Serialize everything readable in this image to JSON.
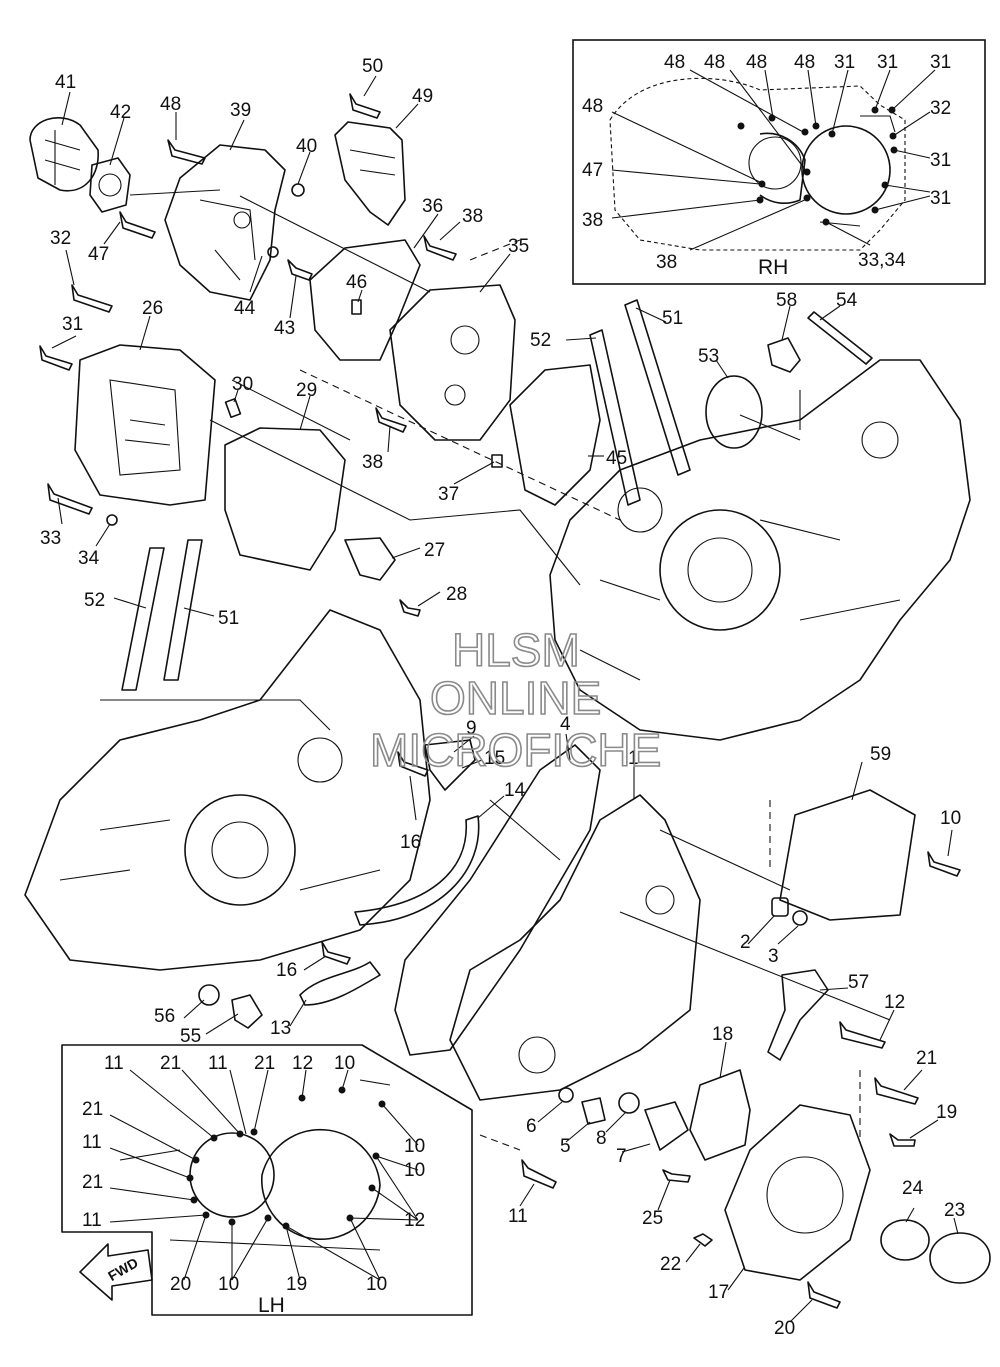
{
  "watermark": {
    "line1": "HLSM",
    "line2": "ONLINE",
    "line3": "MICROFICHE"
  },
  "panel_rh": {
    "title": "RH"
  },
  "panel_lh": {
    "title": "LH"
  },
  "fwd_label": "FWD",
  "callouts": [
    "41",
    "42",
    "48",
    "39",
    "50",
    "49",
    "40",
    "32",
    "47",
    "36",
    "38",
    "35",
    "44",
    "43",
    "46",
    "31",
    "26",
    "30",
    "29",
    "52",
    "51",
    "53",
    "58",
    "54",
    "33",
    "34",
    "38",
    "37",
    "45",
    "27",
    "28",
    "52",
    "51",
    "9",
    "15",
    "4",
    "1",
    "59",
    "10",
    "16",
    "14",
    "2",
    "3",
    "57",
    "12",
    "16",
    "13",
    "56",
    "55",
    "18",
    "21",
    "19",
    "6",
    "5",
    "8",
    "7",
    "11",
    "25",
    "24",
    "23",
    "22",
    "17",
    "20"
  ],
  "rh_callouts": [
    "48",
    "48",
    "48",
    "48",
    "31",
    "31",
    "31",
    "48",
    "32",
    "31",
    "47",
    "31",
    "38",
    "38",
    "33,34"
  ],
  "lh_callouts": [
    "11",
    "21",
    "11",
    "21",
    "12",
    "10",
    "21",
    "11",
    "10",
    "10",
    "21",
    "12",
    "11",
    "20",
    "10",
    "19",
    "10"
  ]
}
